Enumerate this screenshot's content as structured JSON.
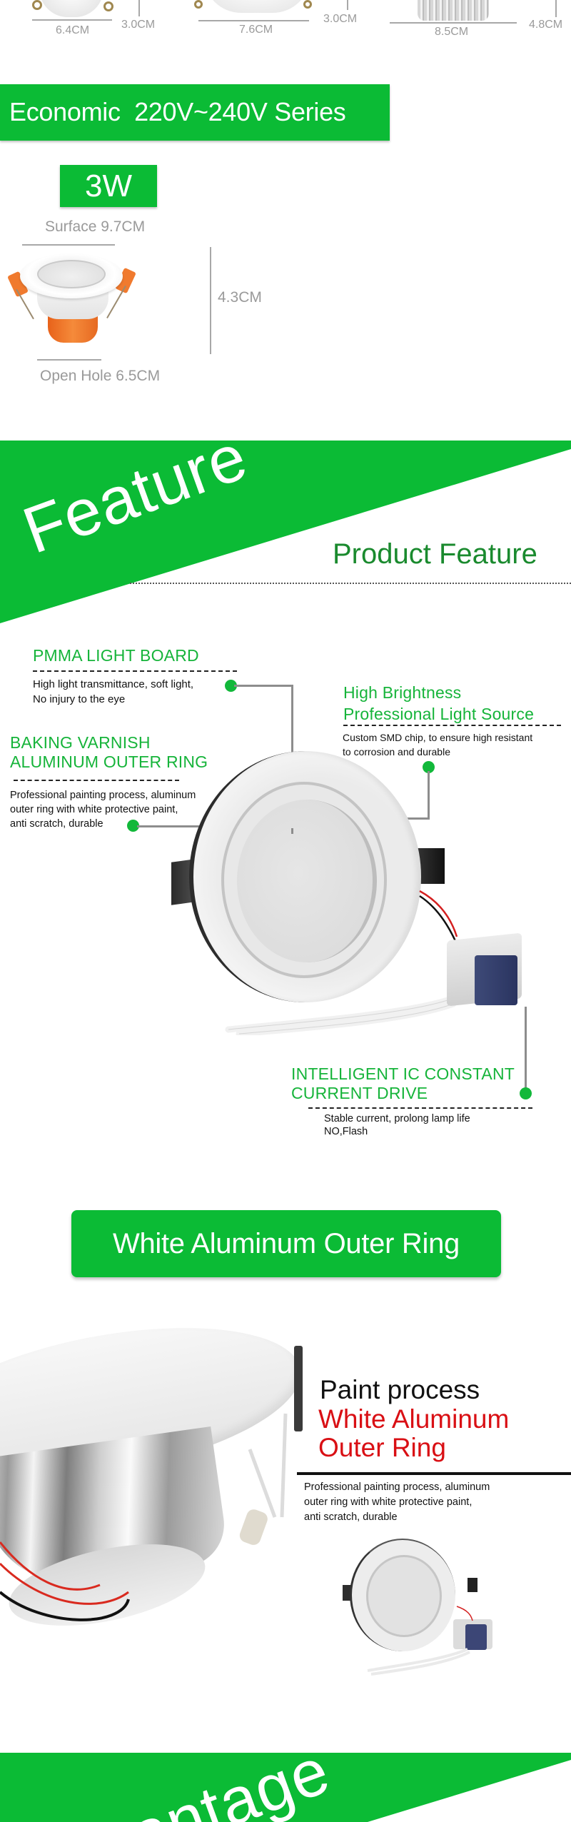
{
  "top_dimensions": {
    "items": [
      {
        "width": "6.4CM",
        "height": "3.0CM"
      },
      {
        "width": "7.6CM",
        "height": "3.0CM"
      },
      {
        "width": "8.5CM",
        "height": "4.8CM"
      }
    ]
  },
  "economic_banner": {
    "title": "Economic  220V~240V Series"
  },
  "product_3w": {
    "wattage": "3W",
    "surface": "Surface 9.7CM",
    "height": "4.3CM",
    "open_hole": "Open Hole 6.5CM",
    "colors": {
      "body": "#f2f2f2",
      "base": "#f07a2e"
    }
  },
  "feature_section": {
    "big_title": "Feature",
    "subtitle": "Product Feature",
    "callouts": [
      {
        "title_lines": [
          "PMMA LIGHT BOARD"
        ],
        "desc_lines": [
          "High light transmittance, soft light,",
          "No injury to the eye"
        ]
      },
      {
        "title_lines": [
          "High Brightness",
          "Professional Light Source"
        ],
        "desc_lines": [
          "Custom SMD chip, to ensure high resistant",
          "to corrosion and durable"
        ]
      },
      {
        "title_lines": [
          "BAKING VARNISH",
          "ALUMINUM OUTER RING"
        ],
        "desc_lines": [
          "Professional painting process, aluminum",
          "outer ring with white protective paint,",
          "anti scratch, durable"
        ]
      },
      {
        "title_lines": [
          "INTELLIGENT IC CONSTANT",
          "CURRENT DRIVE"
        ],
        "desc_lines": [
          "Stable current, prolong lamp life",
          "NO,Flash"
        ]
      }
    ]
  },
  "outer_ring_section": {
    "button_label": "White Aluminum Outer Ring",
    "heading_black": "Paint process",
    "heading_red_lines": [
      "White Aluminum",
      "Outer Ring"
    ],
    "desc_lines": [
      "Professional painting process, aluminum",
      "outer ring with white protective paint,",
      "anti scratch, durable"
    ]
  },
  "advantage_section": {
    "big_title_partial": "antage"
  },
  "colors": {
    "brand_green": "#0bbb35",
    "dark_green_text": "#1a8a2e",
    "callout_green": "#16b43a",
    "accent_red": "#d90f14",
    "dimension_gray": "#9a9a9a"
  }
}
